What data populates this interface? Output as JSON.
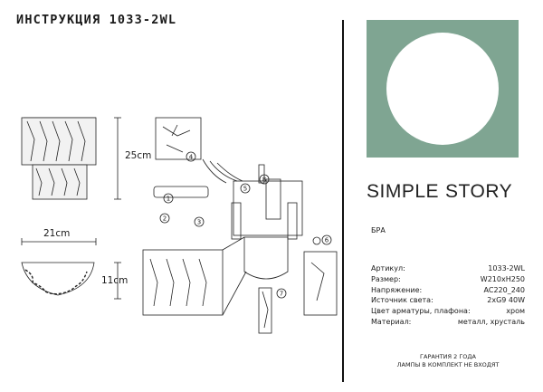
{
  "header": {
    "title": "ИНСТРУКЦИЯ 1033-2WL"
  },
  "dimensions": {
    "height_top": "25cm",
    "width": "21cm",
    "height_bottom": "11cm"
  },
  "callouts": [
    "1",
    "2",
    "3",
    "4",
    "5",
    "6",
    "7",
    "8"
  ],
  "brand": {
    "word1": "SIMPLE",
    "word2": "STORY",
    "lamp_color": "#7fa592"
  },
  "product_type": "БРА",
  "specs": [
    {
      "label": "Артикул:",
      "value": "1033-2WL"
    },
    {
      "label": "Размер:",
      "value": "W210xH250"
    },
    {
      "label": "Напряжение:",
      "value": "AC220_240"
    },
    {
      "label": "Источник света:",
      "value": "2xG9 40W"
    },
    {
      "label": "Цвет арматуры, плафона:",
      "value": "хром"
    },
    {
      "label": "Материал:",
      "value": "металл, хрусталь"
    }
  ],
  "footer": {
    "line1": "ГАРАНТИЯ 2 ГОДА",
    "line2": "ЛАМПЫ В КОМПЛЕКТ НЕ ВХОДЯТ"
  }
}
